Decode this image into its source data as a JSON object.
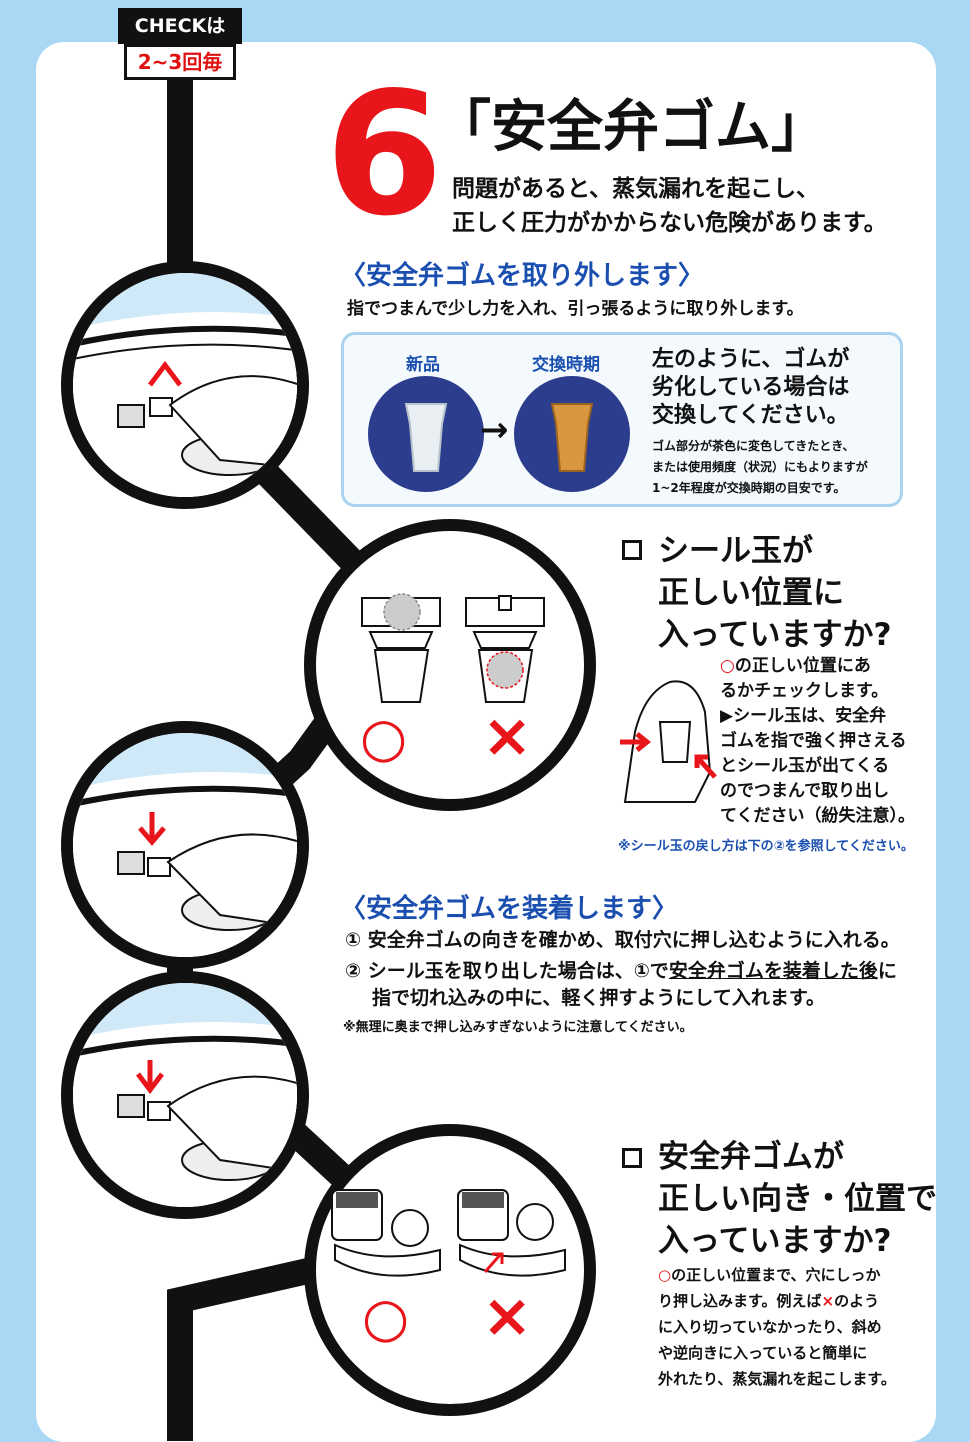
{
  "badge": {
    "top": "CHECKは",
    "bottom": "2~3回毎"
  },
  "header": {
    "number": "6",
    "title": "「安全弁ゴム」",
    "subtitle_line1": "問題があると、蒸気漏れを起こし、",
    "subtitle_line2": "正しく圧力がかからない危険があります。"
  },
  "remove": {
    "heading": "〈安全弁ゴムを取り外します〉",
    "instruction": "指でつまんで少し力を入れ、引っ張るように取り外します。",
    "new_label": "新品",
    "replace_label": "交換時期",
    "arrow": "→",
    "advice_line1": "左のように、ゴムが",
    "advice_line2": "劣化している場合は",
    "advice_line3": "交換してください。",
    "detail_line1": "ゴム部分が茶色に変色してきたとき、",
    "detail_line2": "または使用頻度（状況）にもよりますが",
    "detail_line3": "1~2年程度が交換時期の目安です。"
  },
  "check1": {
    "title_line1": "シール玉が",
    "title_line2": "正しい位置に",
    "title_line3": "入っていますか?",
    "mark_ok": "○",
    "mark_ng": "×",
    "text_line1_rest": "の正しい位置にあ",
    "text_line2": "るかチェックします。",
    "text_line3": "▶シール玉は、安全弁",
    "text_line4": "ゴムを指で強く押さえる",
    "text_line5": "とシール玉が出てくる",
    "text_line6": "のでつまんで取り出し",
    "text_line7": "てください（紛失注意）。",
    "footnote": "※シール玉の戻し方は下の②を参照してください。"
  },
  "attach": {
    "heading": "〈安全弁ゴムを装着します〉",
    "step1_num": "①",
    "step1": "安全弁ゴムの向きを確かめ、取付穴に押し込むように入れる。",
    "step2_num": "②",
    "step2_pre": "シール玉を取り出した場合は、①で",
    "step2_underline": "安全弁ゴムを装着した後",
    "step2_post": "に",
    "step2_line2": "指で切れ込みの中に、軽く押すようにして入れます。",
    "note": "※無理に奥まで押し込みすぎないように注意してください。"
  },
  "check2": {
    "title_line1": "安全弁ゴムが",
    "title_line2": "正しい向き・位置で",
    "title_line3": "入っていますか?",
    "mark_ok": "○",
    "mark_ng": "×",
    "text_line1_rest": "の正しい位置まで、穴にしっか",
    "text_line2_pre": "り押し込みます。例えば",
    "text_line2_post": "のよう",
    "text_line3": "に入り切っていなかったり、斜め",
    "text_line4": "や逆向きに入っていると簡単に",
    "text_line5": "外れたり、蒸気漏れを起こします。"
  },
  "colors": {
    "accent_red": "#e8151b",
    "heading_blue": "#1a4fb0",
    "background": "#a8d8f3"
  }
}
